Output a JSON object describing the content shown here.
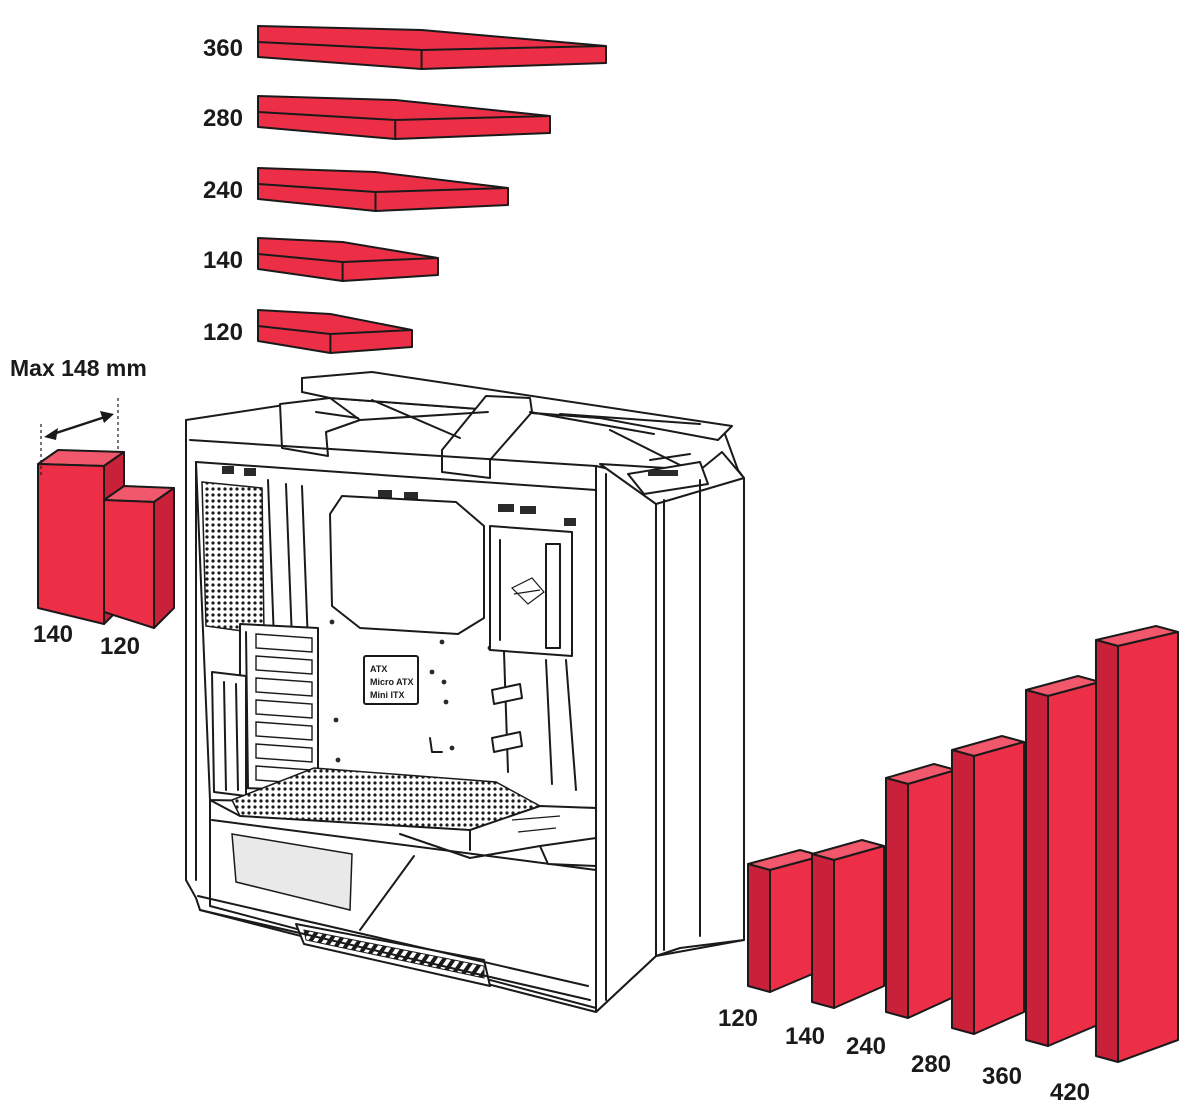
{
  "colors": {
    "radiator_front": "#ec2f47",
    "radiator_side": "#c9213a",
    "radiator_top": "#f2586c",
    "outline": "#1a1a1a"
  },
  "top_radiator_labels": [
    "360",
    "280",
    "240",
    "140",
    "120"
  ],
  "rear_radiator_labels": [
    "140",
    "120"
  ],
  "front_radiator_labels": [
    "120",
    "140",
    "240",
    "280",
    "360",
    "420"
  ],
  "max_thickness_label": "Max 148 mm",
  "motherboard_label_lines": [
    "ATX",
    "Micro ATX",
    "Mini ITX"
  ]
}
